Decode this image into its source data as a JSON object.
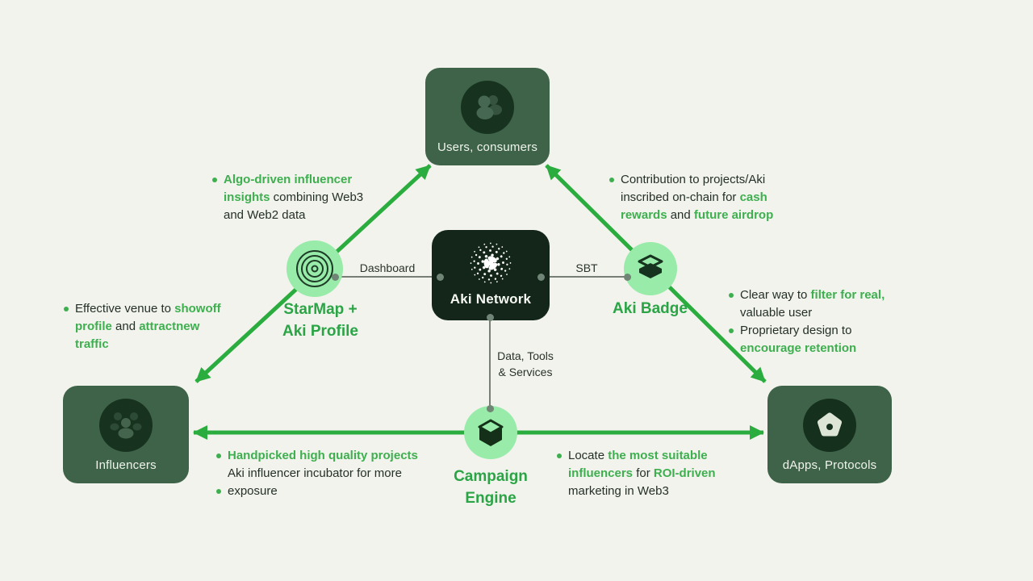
{
  "colors": {
    "background": "#f1f3ec",
    "corner_node_fill": "#3e6349",
    "center_node_fill": "#132619",
    "node_inner_circle": "#17331f",
    "mint_circle": "#98eba8",
    "arrow_green": "#2bac3e",
    "highlight_green_text": "#3eaf4f",
    "feature_label_green": "#2ba446",
    "dark_text": "#253029",
    "node_label_text": "#eff4ec",
    "connector_line": "#4e584f",
    "connector_dot": "#708575"
  },
  "nodes": {
    "users": {
      "label": "Users, consumers"
    },
    "aki_network": {
      "label": "Aki Network"
    },
    "influencers": {
      "label": "Influencers"
    },
    "dapps": {
      "label": "dApps, Protocols"
    }
  },
  "features": {
    "starmap": {
      "label_line1": "StarMap +",
      "label_line2": "Aki Profile"
    },
    "badge": {
      "label": "Aki Badge"
    },
    "campaign": {
      "label_line1": "Campaign",
      "label_line2": "Engine"
    }
  },
  "connectors": {
    "dashboard_label": "Dashboard",
    "sbt_label": "SBT",
    "data_tools_lines": [
      "Data, Tools",
      "& Services"
    ]
  },
  "notes": {
    "algo": [
      {
        "bullet": true,
        "seg": [
          {
            "t": "Algo-driven influencer",
            "g": true
          }
        ]
      },
      {
        "bullet": false,
        "seg": [
          {
            "t": "insights ",
            "g": true
          },
          {
            "t": "combining Web3",
            "g": false
          }
        ]
      },
      {
        "bullet": false,
        "seg": [
          {
            "t": "and Web2 data",
            "g": false
          }
        ]
      }
    ],
    "contribution": [
      {
        "bullet": true,
        "seg": [
          {
            "t": "Contribution to projects/Aki",
            "g": false
          }
        ]
      },
      {
        "bullet": false,
        "seg": [
          {
            "t": "inscribed on-chain for ",
            "g": false
          },
          {
            "t": "cash",
            "g": true
          }
        ]
      },
      {
        "bullet": false,
        "seg": [
          {
            "t": "rewards",
            "g": true
          },
          {
            "t": " and ",
            "g": false
          },
          {
            "t": "future airdrop",
            "g": true
          }
        ]
      }
    ],
    "venue": [
      {
        "bullet": true,
        "seg": [
          {
            "t": "Effective venue to ",
            "g": false
          },
          {
            "t": "showoff",
            "g": true
          }
        ]
      },
      {
        "bullet": false,
        "seg": [
          {
            "t": "profile",
            "g": true
          },
          {
            "t": " and ",
            "g": false
          },
          {
            "t": "attractnew",
            "g": true
          }
        ]
      },
      {
        "bullet": false,
        "seg": [
          {
            "t": "traffic",
            "g": true
          }
        ]
      }
    ],
    "filter": [
      {
        "bullet": true,
        "seg": [
          {
            "t": "Clear way to ",
            "g": false
          },
          {
            "t": "filter for real,",
            "g": true
          }
        ]
      },
      {
        "bullet": false,
        "seg": [
          {
            "t": "valuable user",
            "g": false
          }
        ]
      },
      {
        "bullet": true,
        "seg": [
          {
            "t": "Proprietary design to",
            "g": false
          }
        ]
      },
      {
        "bullet": false,
        "seg": [
          {
            "t": "encourage retention",
            "g": true
          }
        ]
      }
    ],
    "handpicked": [
      {
        "bullet": true,
        "seg": [
          {
            "t": "Handpicked high quality projects",
            "g": true
          }
        ]
      },
      {
        "bullet": false,
        "seg": [
          {
            "t": "Aki influencer incubator for more",
            "g": false
          }
        ]
      },
      {
        "bullet": true,
        "seg": [
          {
            "t": "exposure",
            "g": false
          }
        ]
      }
    ],
    "locate": [
      {
        "bullet": true,
        "seg": [
          {
            "t": "Locate ",
            "g": false
          },
          {
            "t": "the most suitable",
            "g": true
          }
        ]
      },
      {
        "bullet": false,
        "seg": [
          {
            "t": "influencers",
            "g": true
          },
          {
            "t": " for ",
            "g": false
          },
          {
            "t": "ROI-driven",
            "g": true
          }
        ]
      },
      {
        "bullet": false,
        "seg": [
          {
            "t": "marketing in Web3",
            "g": false
          }
        ]
      }
    ]
  }
}
